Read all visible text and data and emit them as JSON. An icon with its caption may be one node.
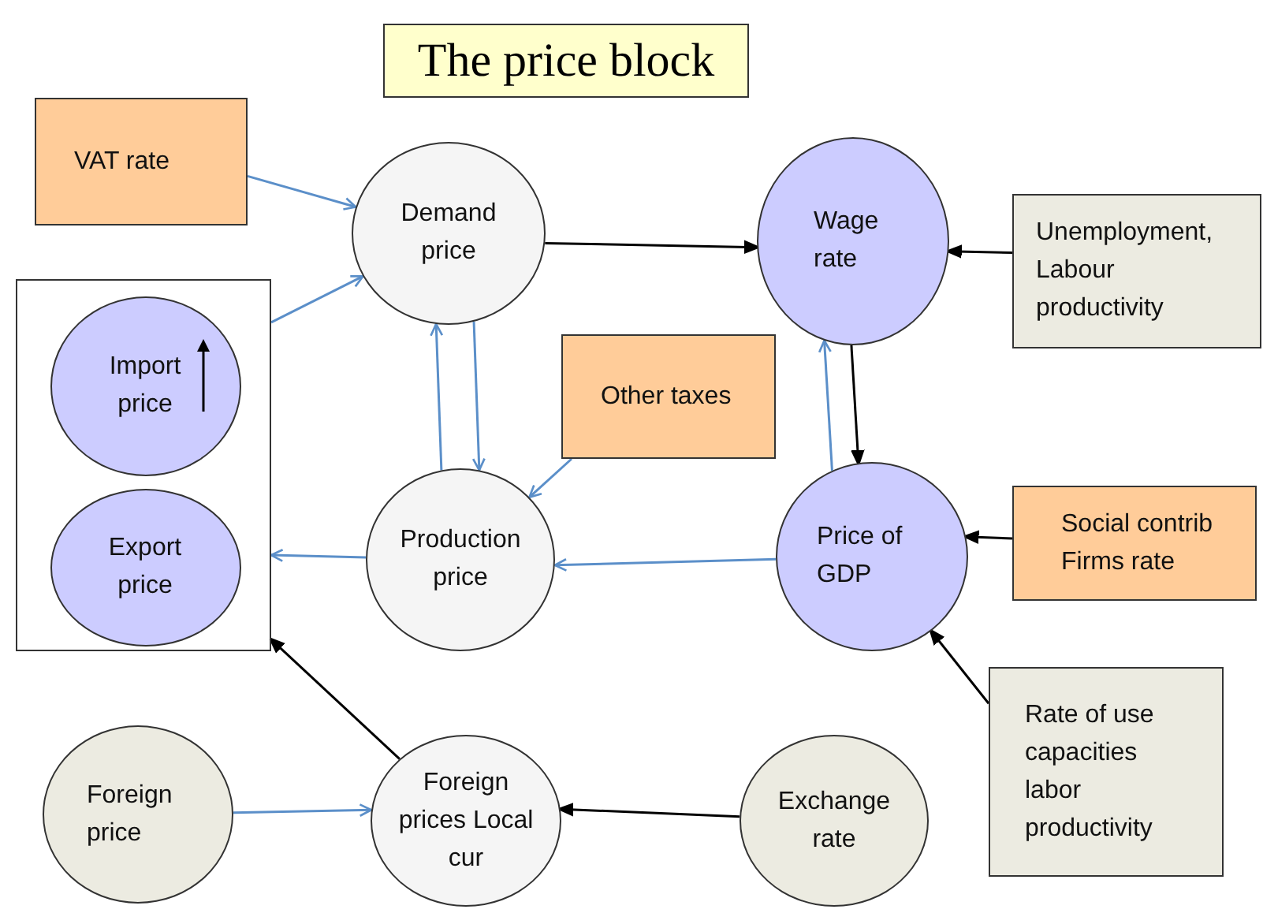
{
  "diagram": {
    "title": "The price block",
    "nodes": [
      {
        "text": [
          "VAT rate"
        ]
      },
      {
        "text": [
          "Demand price"
        ]
      },
      {
        "text": [
          "Wage rate"
        ]
      },
      {
        "text": [
          "Unemployment, Labour productivity"
        ]
      },
      {
        "text": [],
        "shape": "box"
      },
      {
        "text": [
          "Import price"
        ],
        "in": 4
      },
      {
        "text": [
          "Export price"
        ],
        "in": 4
      },
      {
        "text": [
          "Other taxes"
        ]
      },
      {
        "text": [
          "Production price"
        ]
      },
      {
        "text": [
          "Price of GDP"
        ]
      },
      {
        "text": [
          "Social contrib Firms rate"
        ]
      },
      {
        "text": [
          "Rate of use capacities labor productivity"
        ]
      },
      {
        "text": [
          "Foreign price"
        ]
      },
      {
        "text": [
          "Foreign prices Local cur"
        ]
      },
      {
        "text": [
          "Exchange rate"
        ]
      }
    ],
    "edges": [
      {
        "from": 0,
        "to": 1,
        "arrow": "to"
      },
      {
        "from": 1,
        "to": 2,
        "arrow": "to",
        "color": "#000000"
      },
      {
        "from": 3,
        "to": 2,
        "arrow": "to",
        "color": "#000000"
      },
      {
        "from": 4,
        "to": 1,
        "arrow": "to"
      },
      {
        "from": 1,
        "to": 8,
        "arrow": "to"
      },
      {
        "from": 8,
        "to": 1,
        "arrow": "to"
      },
      {
        "from": 7,
        "to": 8,
        "arrow": "to"
      },
      {
        "from": 8,
        "to": 4,
        "arrow": "to"
      },
      {
        "from": 2,
        "to": 9,
        "arrow": "to",
        "color": "#000000"
      },
      {
        "from": 9,
        "to": 2,
        "arrow": "to"
      },
      {
        "from": 9,
        "to": 8,
        "arrow": "to"
      },
      {
        "from": 10,
        "to": 9,
        "arrow": "to",
        "color": "#000000"
      },
      {
        "from": 11,
        "to": 9,
        "arrow": "to",
        "color": "#000000"
      },
      {
        "from": 12,
        "to": 13,
        "arrow": "to"
      },
      {
        "from": 14,
        "to": 13,
        "arrow": "to",
        "color": "#000000"
      },
      {
        "from": 13,
        "to": 4,
        "arrow": "to",
        "color": "#000000"
      }
    ]
  }
}
